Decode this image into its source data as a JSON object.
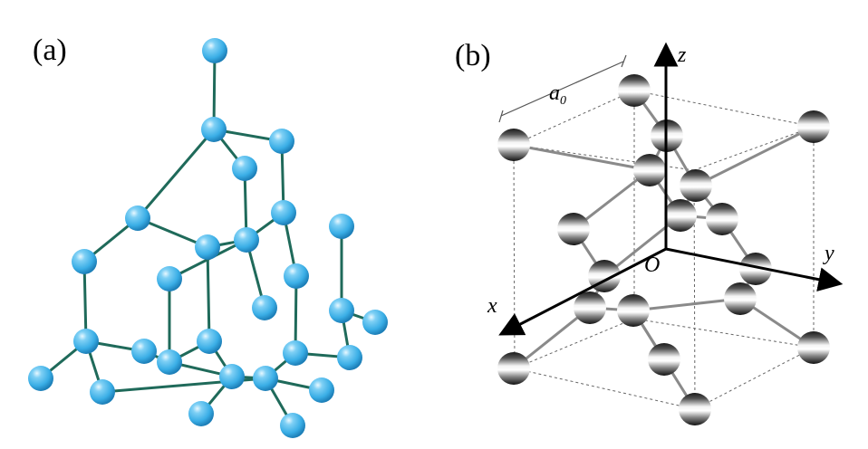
{
  "panels": {
    "a": {
      "label": "(a)",
      "atom_color": "#3aaee6",
      "bond_color": "#1f6a5a"
    },
    "b": {
      "label": "(b)",
      "axes": {
        "x": "x",
        "y": "y",
        "z": "z",
        "origin": "O"
      },
      "lattice_constant": {
        "symbol": "a",
        "subscript": "0"
      }
    }
  }
}
